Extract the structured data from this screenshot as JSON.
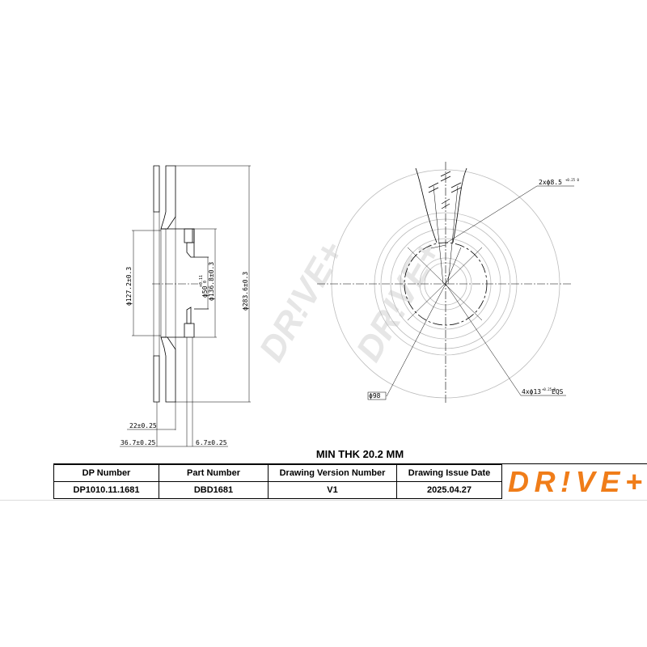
{
  "watermark": "DR!VE+",
  "side_view": {
    "dims": {
      "d127": "ϕ127.2±0.3",
      "d50": "ϕ50",
      "d50_tol_upper": "+0.11",
      "d50_tol_lower": "0",
      "d136": "ϕ136.8±0.3",
      "d283": "ϕ283.6±0.3",
      "t22": "22±0.25",
      "t36": "36.7±0.25",
      "t6": "6.7±0.25"
    }
  },
  "front_view": {
    "callouts": {
      "holes_small": "2xϕ8.5",
      "holes_small_tol": "+0.25 0",
      "holes_large": "4xϕ13",
      "holes_large_tol": "+0.25 0",
      "holes_large_suffix": "EQS",
      "pcd": "ϕ98"
    }
  },
  "min_thk": "MIN THK 20.2 MM",
  "title_block": {
    "headers": [
      "DP Number",
      "Part Number",
      "Drawing Version Number",
      "Drawing Issue Date"
    ],
    "values": [
      "DP1010.11.1681",
      "DBD1681",
      "V1",
      "2025.04.27"
    ],
    "logo": "DR!VE+",
    "logo_color": "#f07d19"
  }
}
